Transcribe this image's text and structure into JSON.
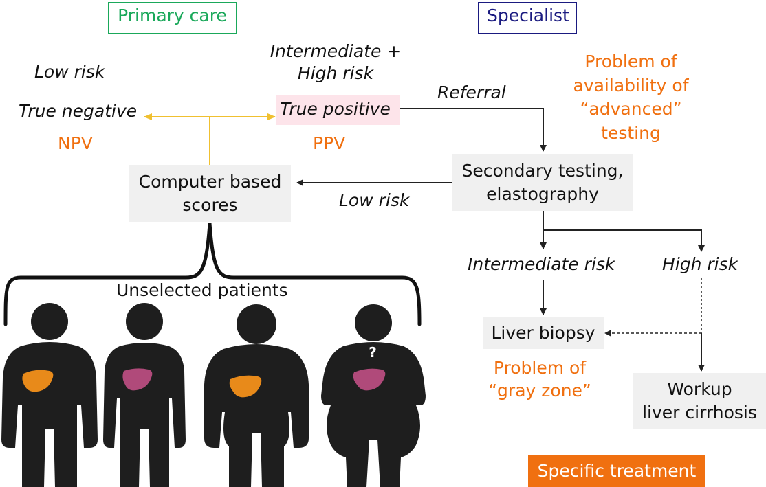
{
  "header": {
    "primary_care": "Primary care",
    "specialist": "Specialist"
  },
  "left": {
    "low_risk_top": "Low risk",
    "true_negative": "True negative",
    "npv": "NPV",
    "computer_scores_line1": "Computer based",
    "computer_scores_line2": "scores",
    "unselected_patients": "Unselected patients",
    "question_mark": "?"
  },
  "middle": {
    "intermediate_high_line1": "Intermediate +",
    "intermediate_high_line2": "High risk",
    "true_positive": "True positive",
    "ppv": "PPV",
    "referral": "Referral",
    "low_risk_back": "Low risk"
  },
  "right": {
    "availability_line1": "Problem of",
    "availability_line2": "availability of",
    "availability_line3": "“advanced”",
    "availability_line4": "testing",
    "secondary_line1": "Secondary testing,",
    "secondary_line2": "elastography",
    "intermediate_risk": "Intermediate risk",
    "high_risk": "High risk",
    "liver_biopsy": "Liver biopsy",
    "gray_zone_line1": "Problem of",
    "gray_zone_line2": "“gray zone”",
    "workup_line1": "Workup",
    "workup_line2": "liver cirrhosis",
    "specific_treatment": "Specific treatment"
  },
  "colors": {
    "primary_green": "#1aa85a",
    "specialist_navy": "#1a1a80",
    "orange": "#f07010",
    "yellow_line": "#f0c030",
    "pink_highlight": "#fde4ea",
    "grey_box": "#f0f0f0",
    "liver_orange": "#e88a1a",
    "liver_purple": "#b04a7a"
  }
}
